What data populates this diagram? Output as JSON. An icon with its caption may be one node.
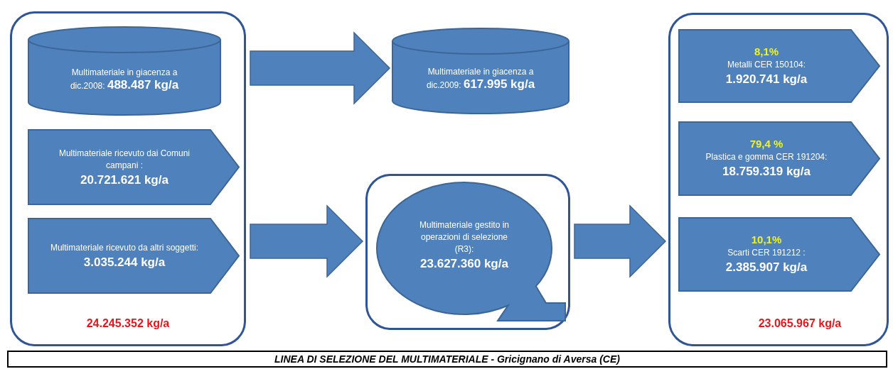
{
  "diagram": {
    "caption": "LINEA DI SELEZIONE DEL MULTIMATERIALE - Gricignano di Aversa (CE)",
    "nodes": [
      {
        "text": [
          "24.245.352 kg/a"
        ]
      },
      {
        "text": [
          "Multimateriale in giacenza a dic.2008: **488.487 kg/a**"
        ],
        "in": 0
      },
      {
        "text": [
          "Multimateriale ricevuto dai Comuni campani :",
          "20.721.621 kg/a"
        ],
        "in": 0
      },
      {
        "text": [
          "Multimateriale ricevuto  da altri soggetti:",
          "3.035.244  kg/a"
        ],
        "in": 0
      },
      {
        "text": [
          "Multimateriale in giacenza a dic.2009: **617.995  kg/a**"
        ]
      },
      {
        "text": [],
        "shape": "box"
      },
      {
        "text": [
          "Multimateriale gestito in operazioni di selezione (R3):",
          "23.627.360 kg/a"
        ],
        "in": 5
      },
      {
        "text": [
          "23.065.967  kg/a"
        ]
      },
      {
        "text": [
          "8,1%",
          "Metalli CER 150104:",
          "1.920.741 kg/a"
        ],
        "in": 7
      },
      {
        "text": [
          "79,4 %",
          "Plastica e gomma CER 191204:",
          "18.759.319 kg/a"
        ],
        "in": 7
      },
      {
        "text": [
          "10,1%",
          "Scarti CER 191212 :",
          "2.385.907 kg/a"
        ],
        "in": 7
      }
    ],
    "edges": [
      {
        "from": 0,
        "to": 4,
        "arrow": "to"
      },
      {
        "from": 0,
        "to": 5,
        "arrow": "to"
      },
      {
        "from": 5,
        "to": 7,
        "arrow": "to"
      }
    ]
  }
}
